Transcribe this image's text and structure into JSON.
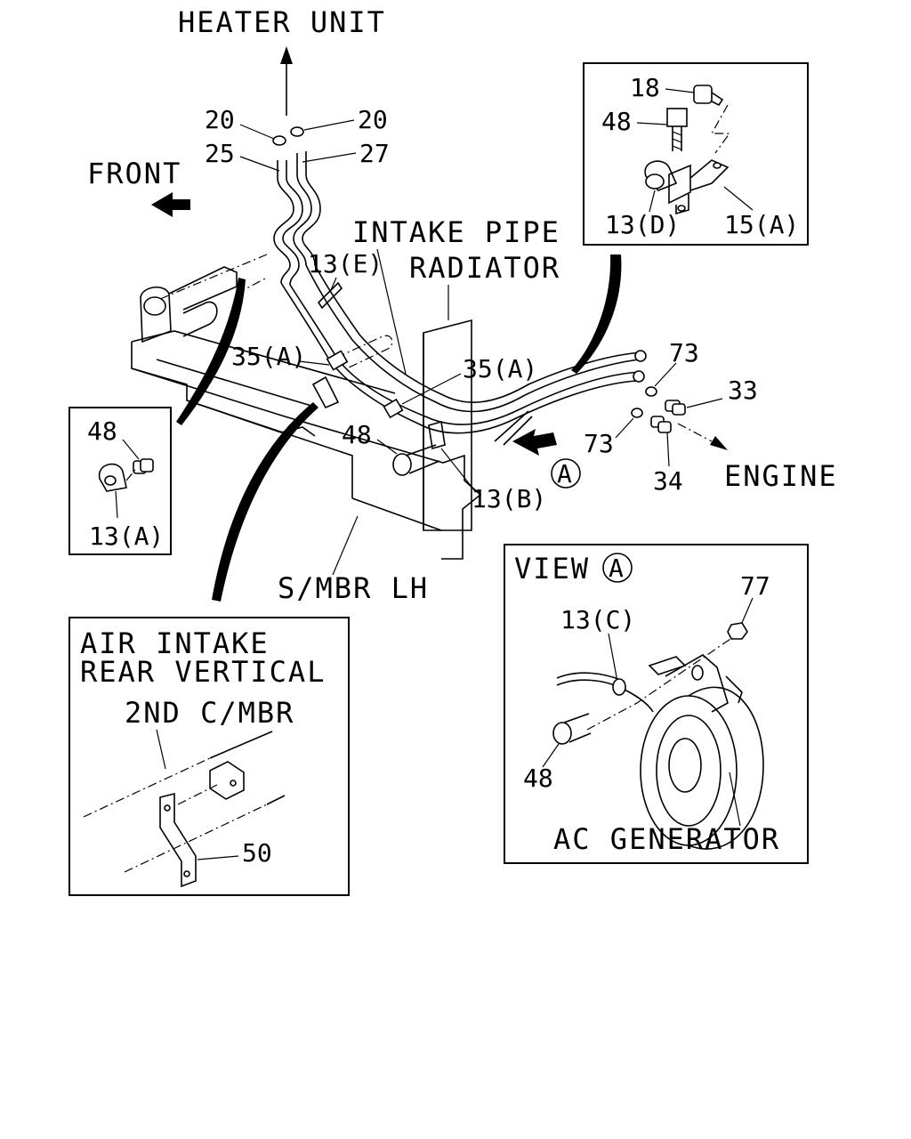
{
  "labels": {
    "heater_unit": "HEATER UNIT",
    "front": "FRONT",
    "intake_pipe": "INTAKE PIPE",
    "radiator": "RADIATOR",
    "engine": "ENGINE",
    "smbr_lh": "S/MBR LH",
    "air_intake_line1": "AIR INTAKE",
    "air_intake_line2": "REAR VERTICAL",
    "nd_cmbr": "2ND C/MBR",
    "view_a": "VIEW",
    "view_a_letter": "A",
    "callout_a": "A",
    "ac_generator": "AC GENERATOR"
  },
  "parts": {
    "p20_left": "20",
    "p20_right": "20",
    "p25": "25",
    "p27": "27",
    "p13e": "13(E)",
    "p35a_left": "35(A)",
    "p35a_right": "35(A)",
    "p48_main": "48",
    "p13b": "13(B)",
    "p73_top": "73",
    "p73_bottom": "73",
    "p33": "33",
    "p34": "34",
    "p48_inset_left": "48",
    "p13a": "13(A)",
    "p18": "18",
    "p48_inset_top": "48",
    "p13d": "13(D)",
    "p15a": "15(A)",
    "p50": "50",
    "p13c": "13(C)",
    "p77": "77",
    "p48_view": "48"
  },
  "colors": {
    "ink": "#000000",
    "paper": "#ffffff"
  }
}
